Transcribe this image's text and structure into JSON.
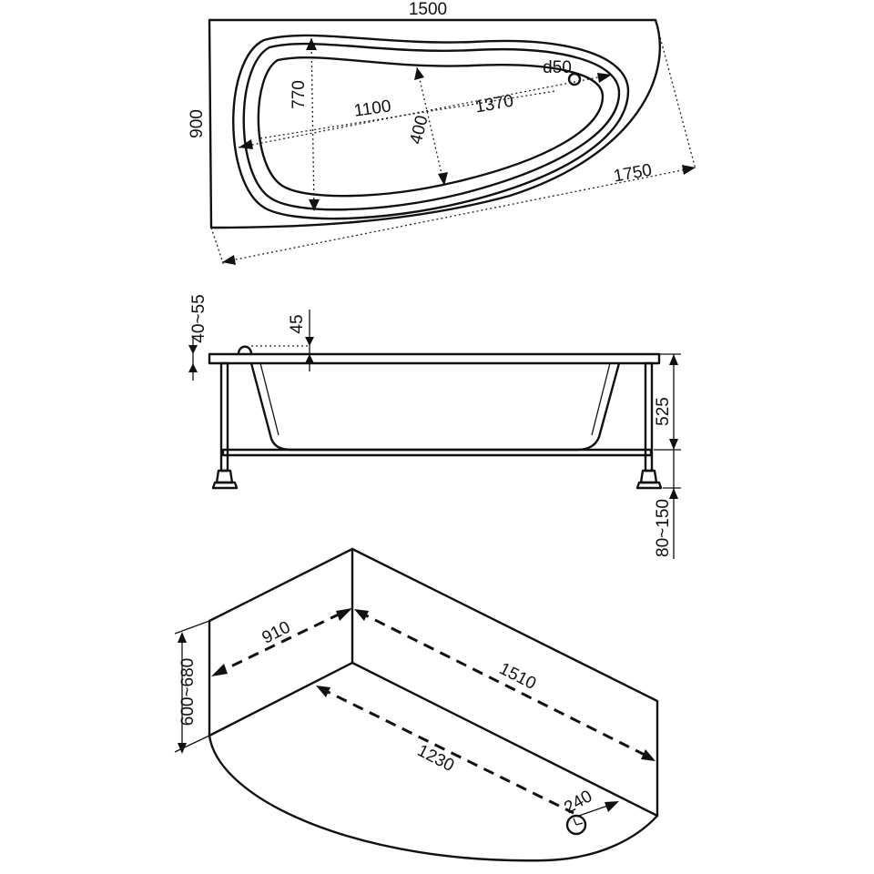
{
  "top_view": {
    "dimensions": {
      "overall_length": "1500",
      "overall_width": "900",
      "diagonal": "1750",
      "inner_diagonal": "1370",
      "inner_length": "1100",
      "inner_width_large": "770",
      "inner_width_small": "400",
      "drain": "d50"
    }
  },
  "side_view": {
    "dimensions": {
      "rim_range": "40~55",
      "rim_thickness": "45",
      "depth": "525",
      "leg_range": "80~150"
    }
  },
  "panel_view": {
    "dimensions": {
      "height_range": "600~680",
      "side_length": "910",
      "front_length": "1510",
      "base_length": "1230",
      "corner_offset": "240"
    }
  }
}
